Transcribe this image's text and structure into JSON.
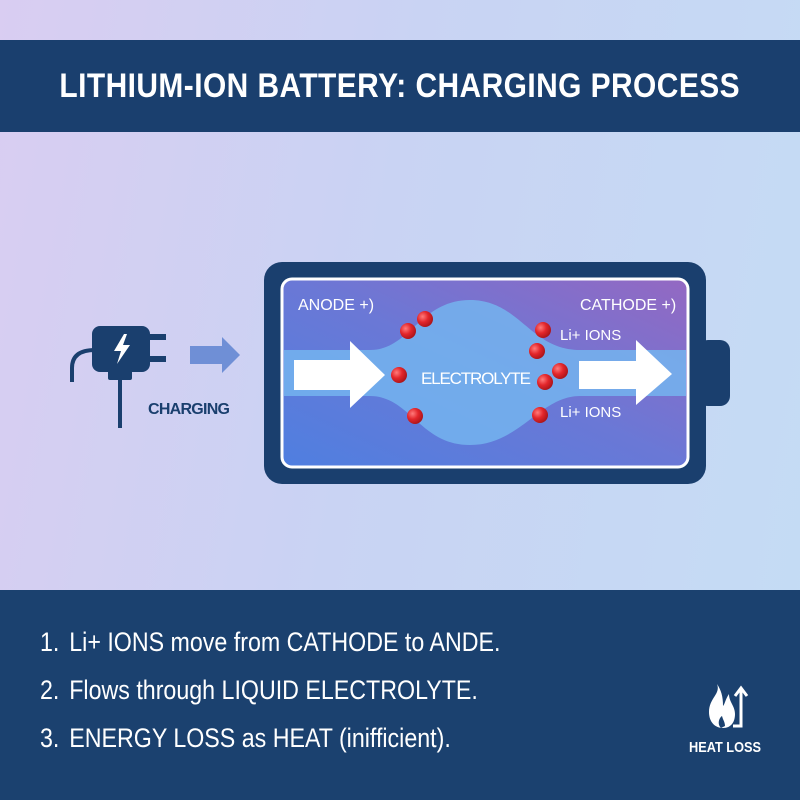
{
  "header": {
    "title": "LITHIUM-ION BATTERY: CHARGING PROCESS"
  },
  "charger": {
    "label": "CHARGING",
    "icon": "plug-with-lightning-icon"
  },
  "battery": {
    "anode_label": "ANODE +)",
    "cathode_label": "CATHODE +)",
    "electrolyte_label": "ELECTROLYTE",
    "ion_label_top": "Li+ IONS",
    "ion_label_bottom": "Li+ IONS",
    "ion_color": "#e3262b"
  },
  "steps": [
    {
      "num": "1.",
      "text": "Li+ IONS move from CATHODE to ANDE."
    },
    {
      "num": "2.",
      "text": "Flows through LIQUID ELECTROLYTE."
    },
    {
      "num": "3.",
      "text": "ENERGY LOSS as HEAT (inifficient)."
    }
  ],
  "heat_loss": {
    "label": "HEAT LOSS",
    "icon": "flame-up-arrow-icon"
  },
  "colors": {
    "navy": "#1a3f6e",
    "arrow": "#ffffff"
  }
}
